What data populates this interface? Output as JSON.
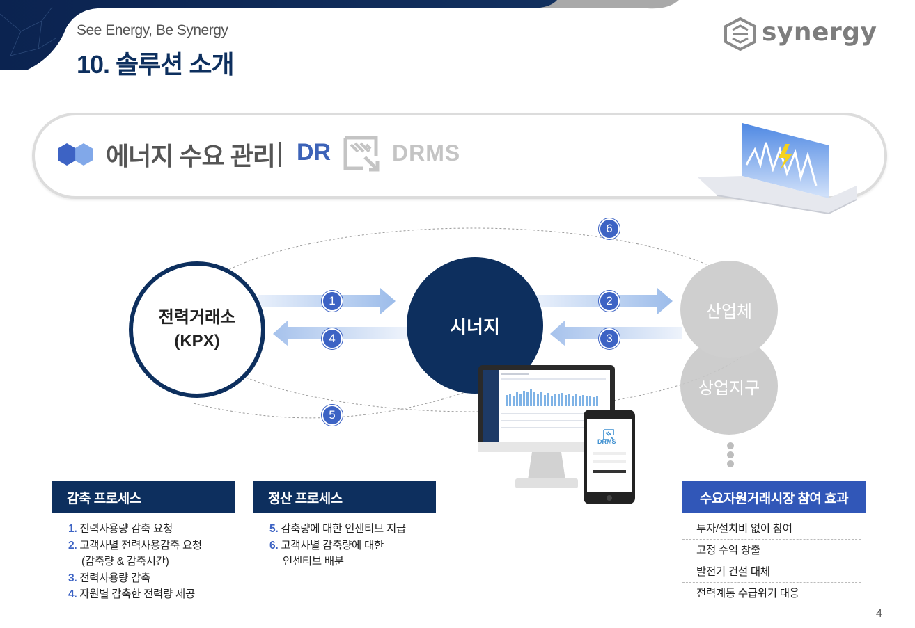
{
  "header": {
    "tagline": "See Energy, Be Synergy",
    "title": "10. 솔루션 소개",
    "logo_text": "synergy"
  },
  "banner": {
    "title": "에너지 수요 관리",
    "separator": "|",
    "dr_label": "DR",
    "drms_label": "DRMS"
  },
  "diagram": {
    "kpx_line1": "전력거래소",
    "kpx_line2": "(KPX)",
    "synergy": "시너지",
    "industrial": "산업체",
    "commercial": "상업지구",
    "steps": [
      "1",
      "2",
      "3",
      "4",
      "5",
      "6"
    ]
  },
  "reduction": {
    "header": "감축 프로세스",
    "items": [
      {
        "num": "1.",
        "text": "전력사용량 감축 요청"
      },
      {
        "num": "2.",
        "text": "고객사별 전력사용감축 요청",
        "sub": "(감축량 & 감축시간)"
      },
      {
        "num": "3.",
        "text": "전력사용량 감축"
      },
      {
        "num": "4.",
        "text": "자원별 감축한 전력량 제공"
      }
    ]
  },
  "settlement": {
    "header": "정산 프로세스",
    "items": [
      {
        "num": "5.",
        "text": "감축량에 대한 인센티브 지급"
      },
      {
        "num": "6.",
        "text": "고객사별 감축량에 대한",
        "sub": "인센티브 배분"
      }
    ]
  },
  "effects": {
    "header": "수요자원거래시장 참여 효과",
    "items": [
      "투자/설치비 없이 참여",
      "고정 수익 창출",
      "발전기 건설 대체",
      "전력계통 수급위기 대응"
    ]
  },
  "phone": {
    "brand": "DRMS"
  },
  "page_number": "4"
}
